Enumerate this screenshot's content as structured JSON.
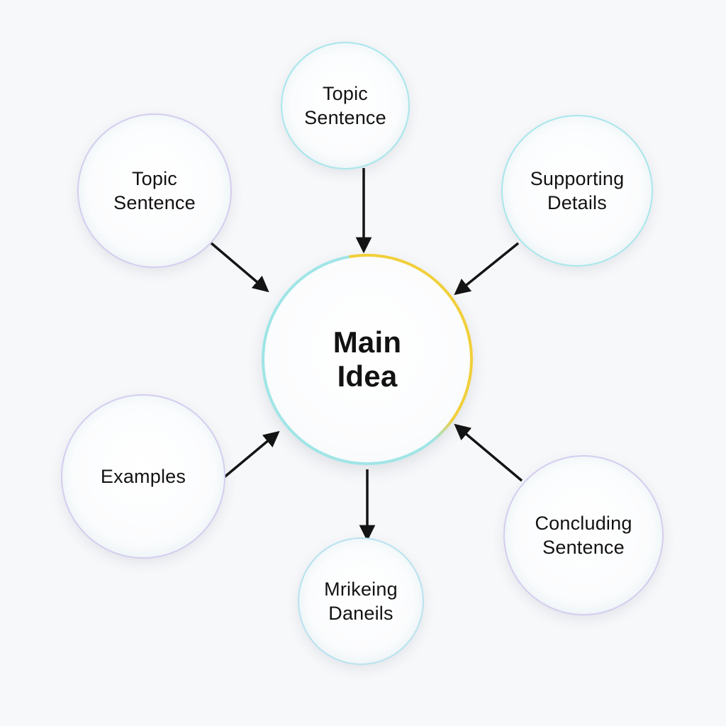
{
  "nodes": {
    "center": {
      "label": "Main\nIdea"
    },
    "top": {
      "label": "Topic\nSentence"
    },
    "upper_left": {
      "label": "Topic\nSentence"
    },
    "upper_right": {
      "label": "Supporting\nDetails"
    },
    "left": {
      "label": "Examples"
    },
    "bottom": {
      "label": "Mrikeing\nDaneils"
    },
    "lower_right": {
      "label": "Concluding\nSentence"
    }
  },
  "colors": {
    "background": "#f7f8fa",
    "ring_teal": "#a8e6ec",
    "ring_violet": "#d4cdf0",
    "ring_yellow": "#f1cf3a",
    "arrow": "#141414"
  }
}
